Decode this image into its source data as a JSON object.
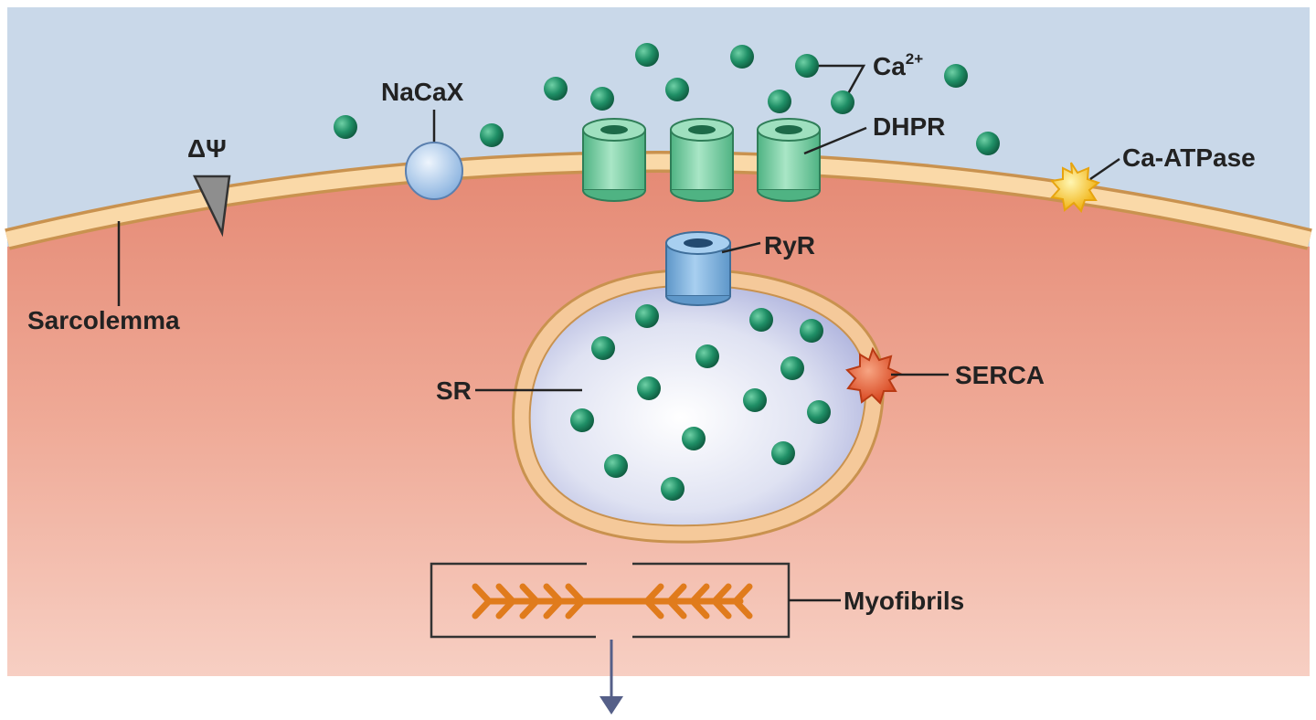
{
  "labels": {
    "sarcolemma": "Sarcolemma",
    "nacax": "NaCaX",
    "delta_psi": "ΔΨ",
    "ca": "Ca",
    "ca_superscript": "2+",
    "dhpr": "DHPR",
    "ca_atpase": "Ca-ATPase",
    "ryr": "RyR",
    "sr": "SR",
    "serca": "SERCA",
    "myofibrils": "Myofibrils"
  },
  "colors": {
    "extracellular": "#c9d8e9",
    "cytoplasm": "#ea9a86",
    "membrane": "#fad9a8",
    "membrane_outline": "#c9924f",
    "calcium": "#1f8f66",
    "dhpr": "#7fd0a6",
    "ryr": "#7fb2d9",
    "nacax": "#a9c9ea",
    "ca_atpase": "#f6c324",
    "serca": "#e05a36",
    "myofibril": "#e07b1c",
    "arrow": "#555f88"
  }
}
